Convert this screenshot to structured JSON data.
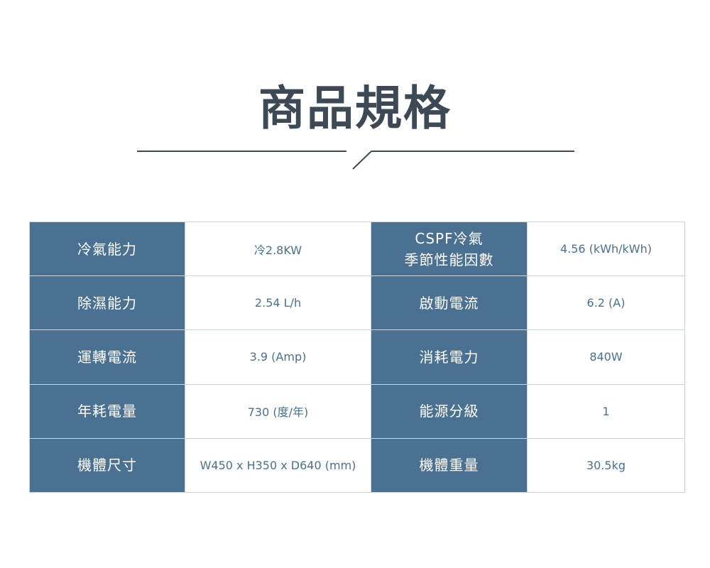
{
  "title": "商品規格",
  "colors": {
    "label_bg": "#4a7191",
    "label_text": "#ffffff",
    "value_text": "#4a7191",
    "title_text": "#3d4a55",
    "divider": "#3d4a55"
  },
  "specs": [
    {
      "left_label": "冷氣能力",
      "left_value": "冷2.8KW",
      "right_label_line1": "CSPF冷氣",
      "right_label_line2": "季節性能因數",
      "right_value": "4.56 (kWh/kWh)"
    },
    {
      "left_label": "除濕能力",
      "left_value": "2.54 L/h",
      "right_label": "啟動電流",
      "right_value": "6.2 (A)"
    },
    {
      "left_label": "運轉電流",
      "left_value": "3.9 (Amp)",
      "right_label": "消耗電力",
      "right_value": "840W"
    },
    {
      "left_label": "年耗電量",
      "left_value": "730 (度/年)",
      "right_label": "能源分級",
      "right_value": "1"
    },
    {
      "left_label": "機體尺寸",
      "left_value": "W450 x H350 x D640 (mm)",
      "right_label": "機體重量",
      "right_value": "30.5kg"
    }
  ]
}
